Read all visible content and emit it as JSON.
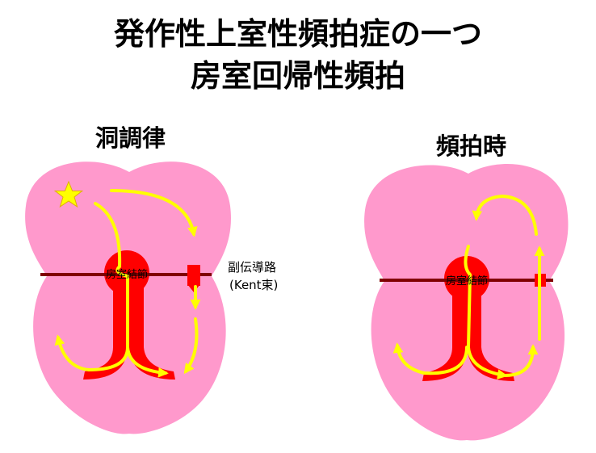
{
  "title": {
    "line1": "発作性上室性頻拍症の一つ",
    "line2": "房室回帰性頻拍"
  },
  "left_panel": {
    "title": "洞調律",
    "node_label": "房室結節"
  },
  "right_panel": {
    "title": "頻拍時",
    "node_label": "房室結節"
  },
  "pathway_label": {
    "line1": "副伝導路",
    "line2": "(Kent束)"
  },
  "colors": {
    "heart": "#ff99cc",
    "node": "#ff0000",
    "conduction": "#ffff00",
    "annulus": "#800000",
    "star": "#ffff00"
  }
}
